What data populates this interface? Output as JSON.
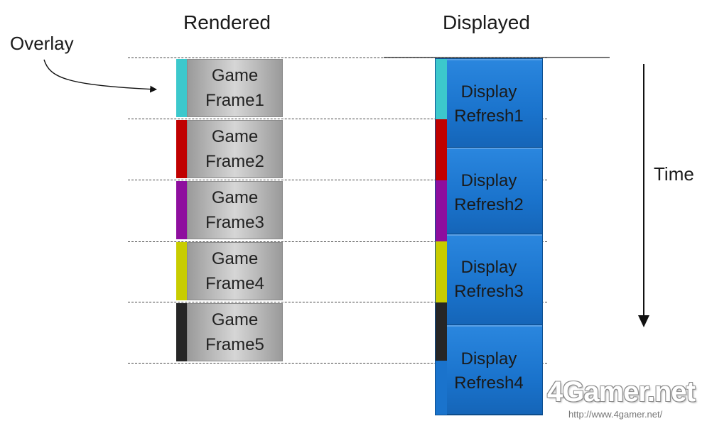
{
  "headers": {
    "rendered": "Rendered",
    "displayed": "Displayed"
  },
  "overlay_label": "Overlay",
  "time_label": "Time",
  "overlay_colors": [
    "#3cc8cc",
    "#c00000",
    "#8e0e9e",
    "#c8cc00",
    "#262626"
  ],
  "game_frames": [
    {
      "line1": "Game",
      "line2": "Frame1",
      "color": "#3cc8cc"
    },
    {
      "line1": "Game",
      "line2": "Frame2",
      "color": "#c00000"
    },
    {
      "line1": "Game",
      "line2": "Frame3",
      "color": "#8e0e9e"
    },
    {
      "line1": "Game",
      "line2": "Frame4",
      "color": "#c8cc00"
    },
    {
      "line1": "Game",
      "line2": "Frame5",
      "color": "#262626"
    }
  ],
  "display_refreshes": [
    {
      "line1": "Display",
      "line2": "Refresh1"
    },
    {
      "line1": "Display",
      "line2": "Refresh2"
    },
    {
      "line1": "Display",
      "line2": "Refresh3"
    },
    {
      "line1": "Display",
      "line2": "Refresh4"
    }
  ],
  "watermark": {
    "logo": "4Gamer.net",
    "url": "http://www.4gamer.net/"
  },
  "display_color": "#1a73cc"
}
